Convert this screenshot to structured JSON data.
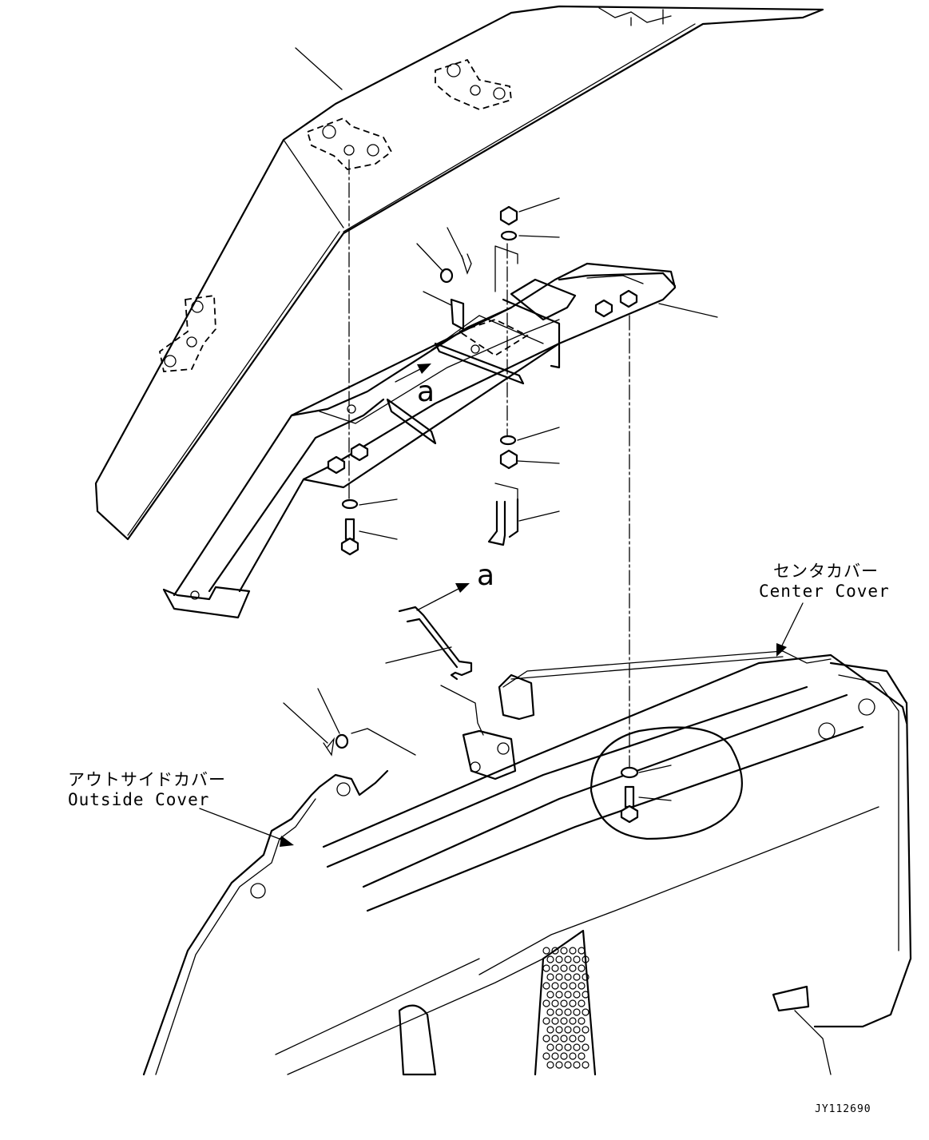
{
  "labels": {
    "center_cover_jp": "センタカバー",
    "center_cover_en": "Center Cover",
    "outside_cover_jp": "アウトサイドカバー",
    "outside_cover_en": "Outside Cover",
    "view_a_upper": "a",
    "view_a_lower": "a",
    "drawing_id": "JY112690"
  }
}
